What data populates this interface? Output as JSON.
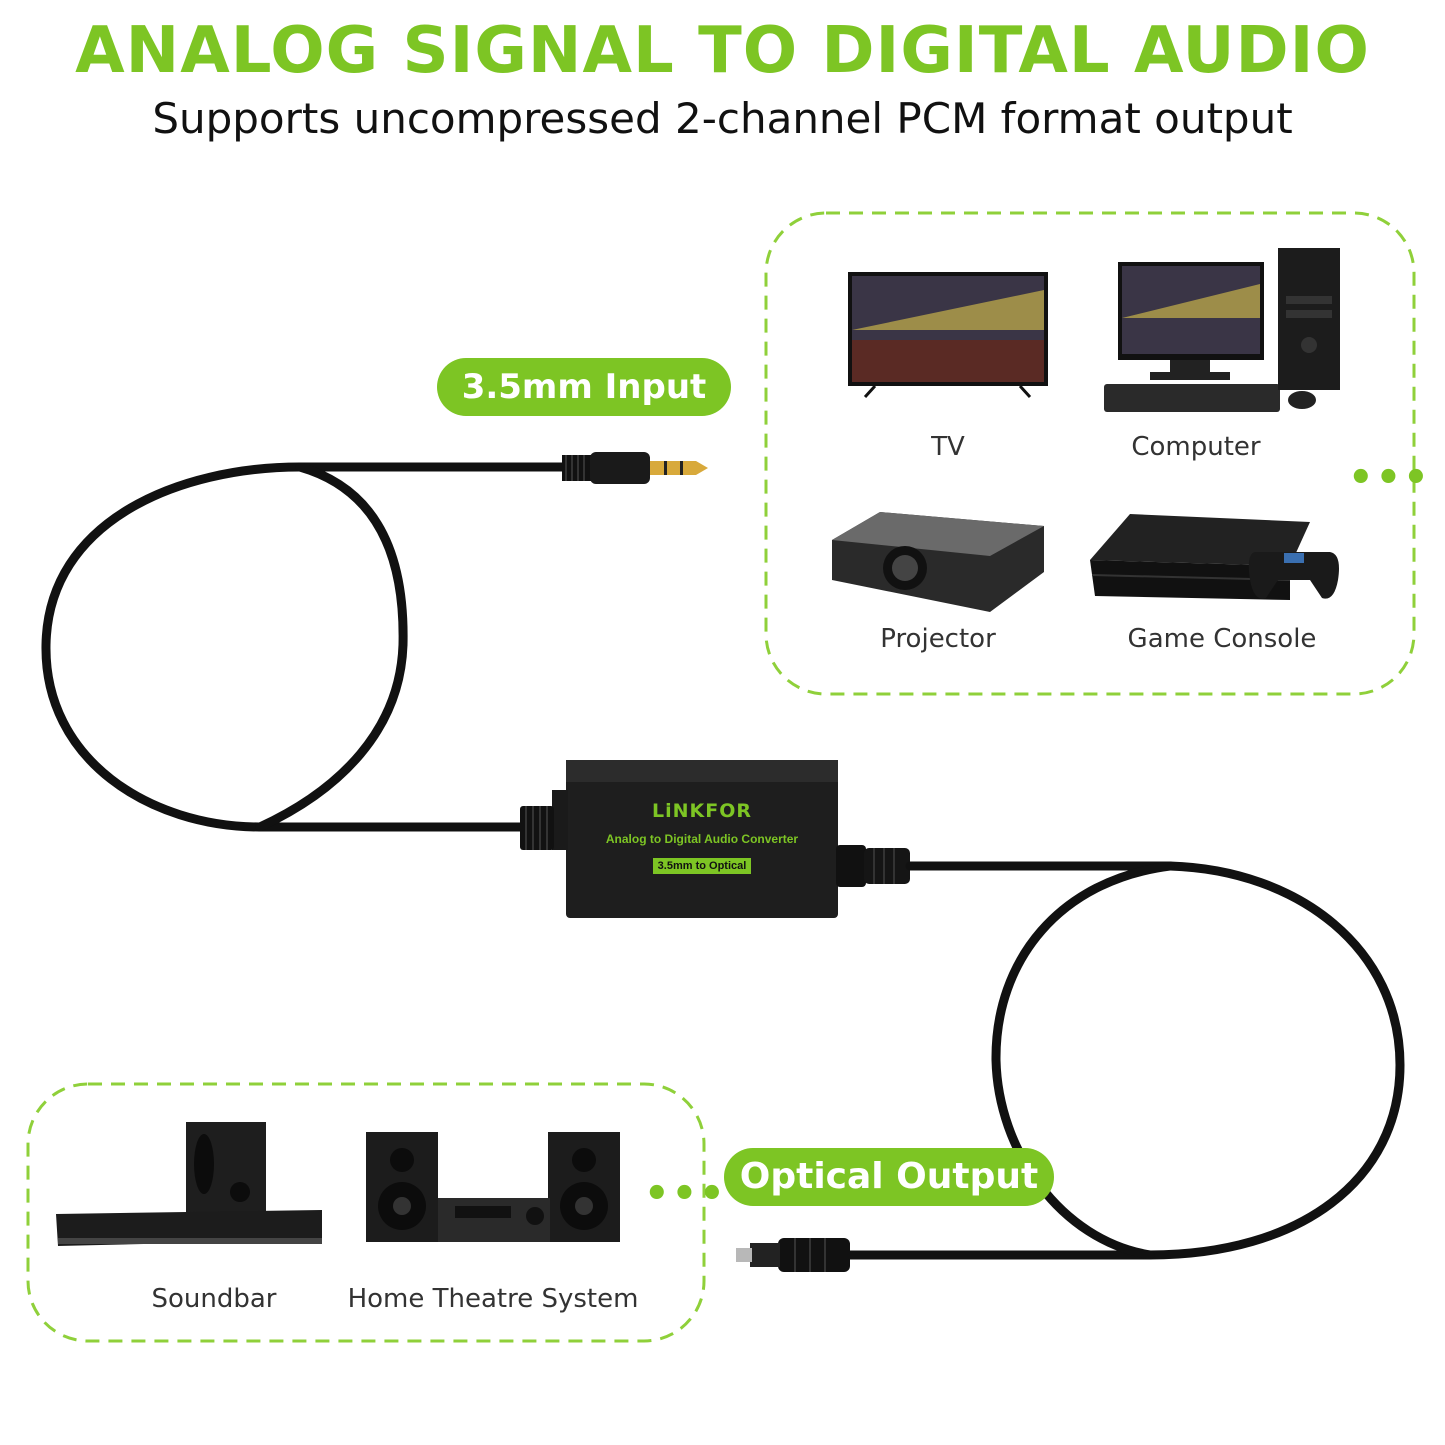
{
  "header": {
    "title": "ANALOG SIGNAL TO DIGITAL AUDIO",
    "subtitle": "Supports uncompressed 2-channel PCM format output"
  },
  "input": {
    "label": "3.5mm Input",
    "devices": [
      {
        "label": "TV",
        "icon": "tv-icon"
      },
      {
        "label": "Computer",
        "icon": "computer-icon"
      },
      {
        "label": "Projector",
        "icon": "projector-icon"
      },
      {
        "label": "Game Console",
        "icon": "game-console-icon"
      }
    ],
    "more": "•••"
  },
  "output": {
    "label": "Optical Output",
    "devices": [
      {
        "label": "Soundbar",
        "icon": "soundbar-icon"
      },
      {
        "label": "Home Theatre System",
        "icon": "home-theatre-icon"
      }
    ],
    "more": "•••"
  },
  "converter": {
    "brand": "LiNKFOR",
    "description": "Analog to Digital Audio Converter",
    "tag": "3.5mm to Optical"
  },
  "colors": {
    "accent": "#7dc524",
    "text": "#111111",
    "cable": "#111111"
  }
}
